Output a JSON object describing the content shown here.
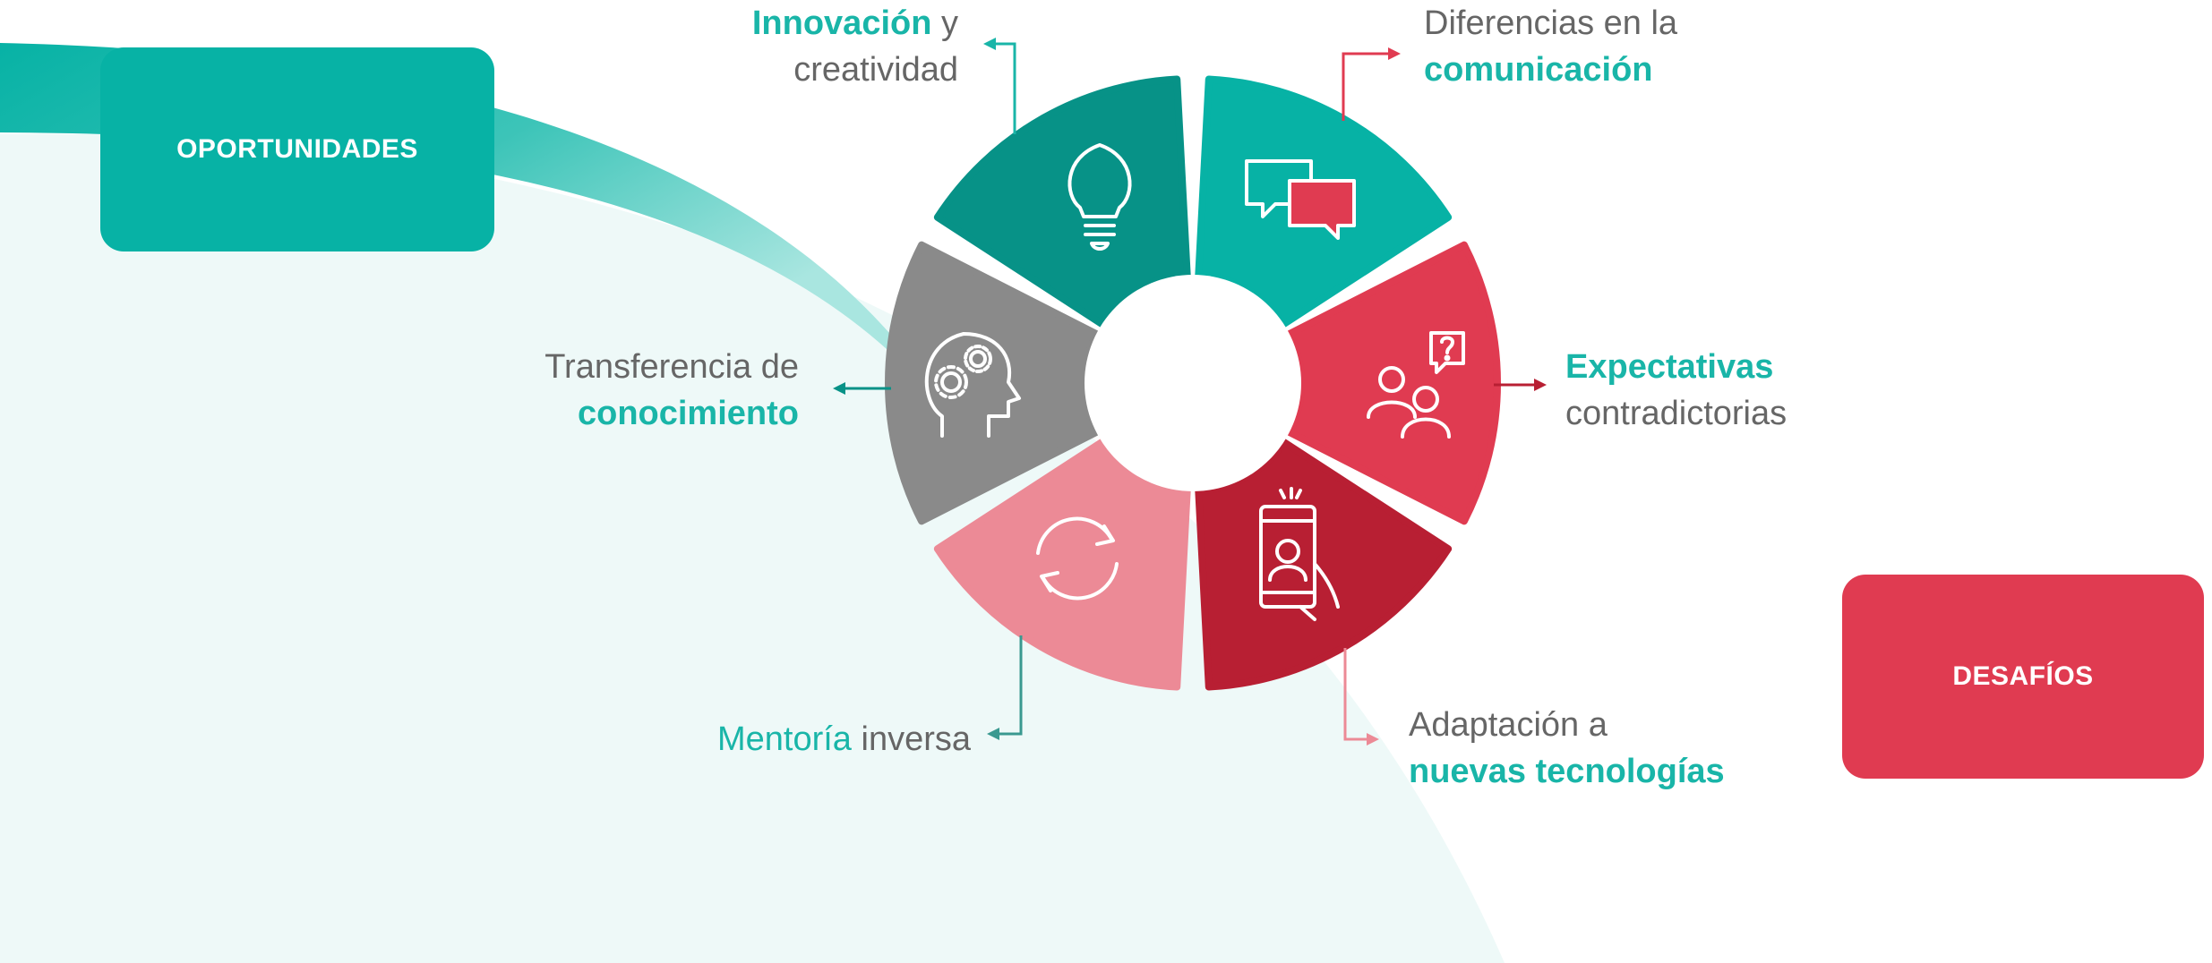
{
  "boxes": {
    "opportunities": "OPORTUNIDADES",
    "challenges": "DESAFÍOS"
  },
  "colors": {
    "teal": "#07b2a5",
    "teal_dark": "#079287",
    "gray": "#8a8a8a",
    "red": "#e03b51",
    "red_dark": "#b81f33",
    "pink": "#ec8a96",
    "highlight_text": "#19b5a8",
    "body_text": "#666666"
  },
  "segments": [
    {
      "id": "innovacion",
      "icon": "lightbulb-icon",
      "color": "#07b2a5",
      "label": {
        "highlight": "Innovación",
        "rest_inline": " y",
        "line2": "creatividad"
      }
    },
    {
      "id": "comunicacion",
      "icon": "chat-bubbles-icon",
      "color": "#e03b51",
      "label": {
        "line1": "Diferencias en la",
        "highlight": "comunicación"
      }
    },
    {
      "id": "expectativas",
      "icon": "people-question-icon",
      "color": "#b81f33",
      "label": {
        "highlight": "Expectativas",
        "line2": "contradictorias"
      }
    },
    {
      "id": "tecnologias",
      "icon": "smartphone-user-icon",
      "color": "#ec8a96",
      "label": {
        "line1": "Adaptación a",
        "highlight": "nuevas tecnologías"
      }
    },
    {
      "id": "mentoria",
      "icon": "refresh-cycle-icon",
      "color": "#8a8a8a",
      "label": {
        "highlight": "Mentoría",
        "rest_inline": " inversa"
      }
    },
    {
      "id": "conocimiento",
      "icon": "head-gears-icon",
      "color": "#079287",
      "label": {
        "line1": "Transferencia de",
        "highlight": "conocimiento"
      }
    }
  ]
}
